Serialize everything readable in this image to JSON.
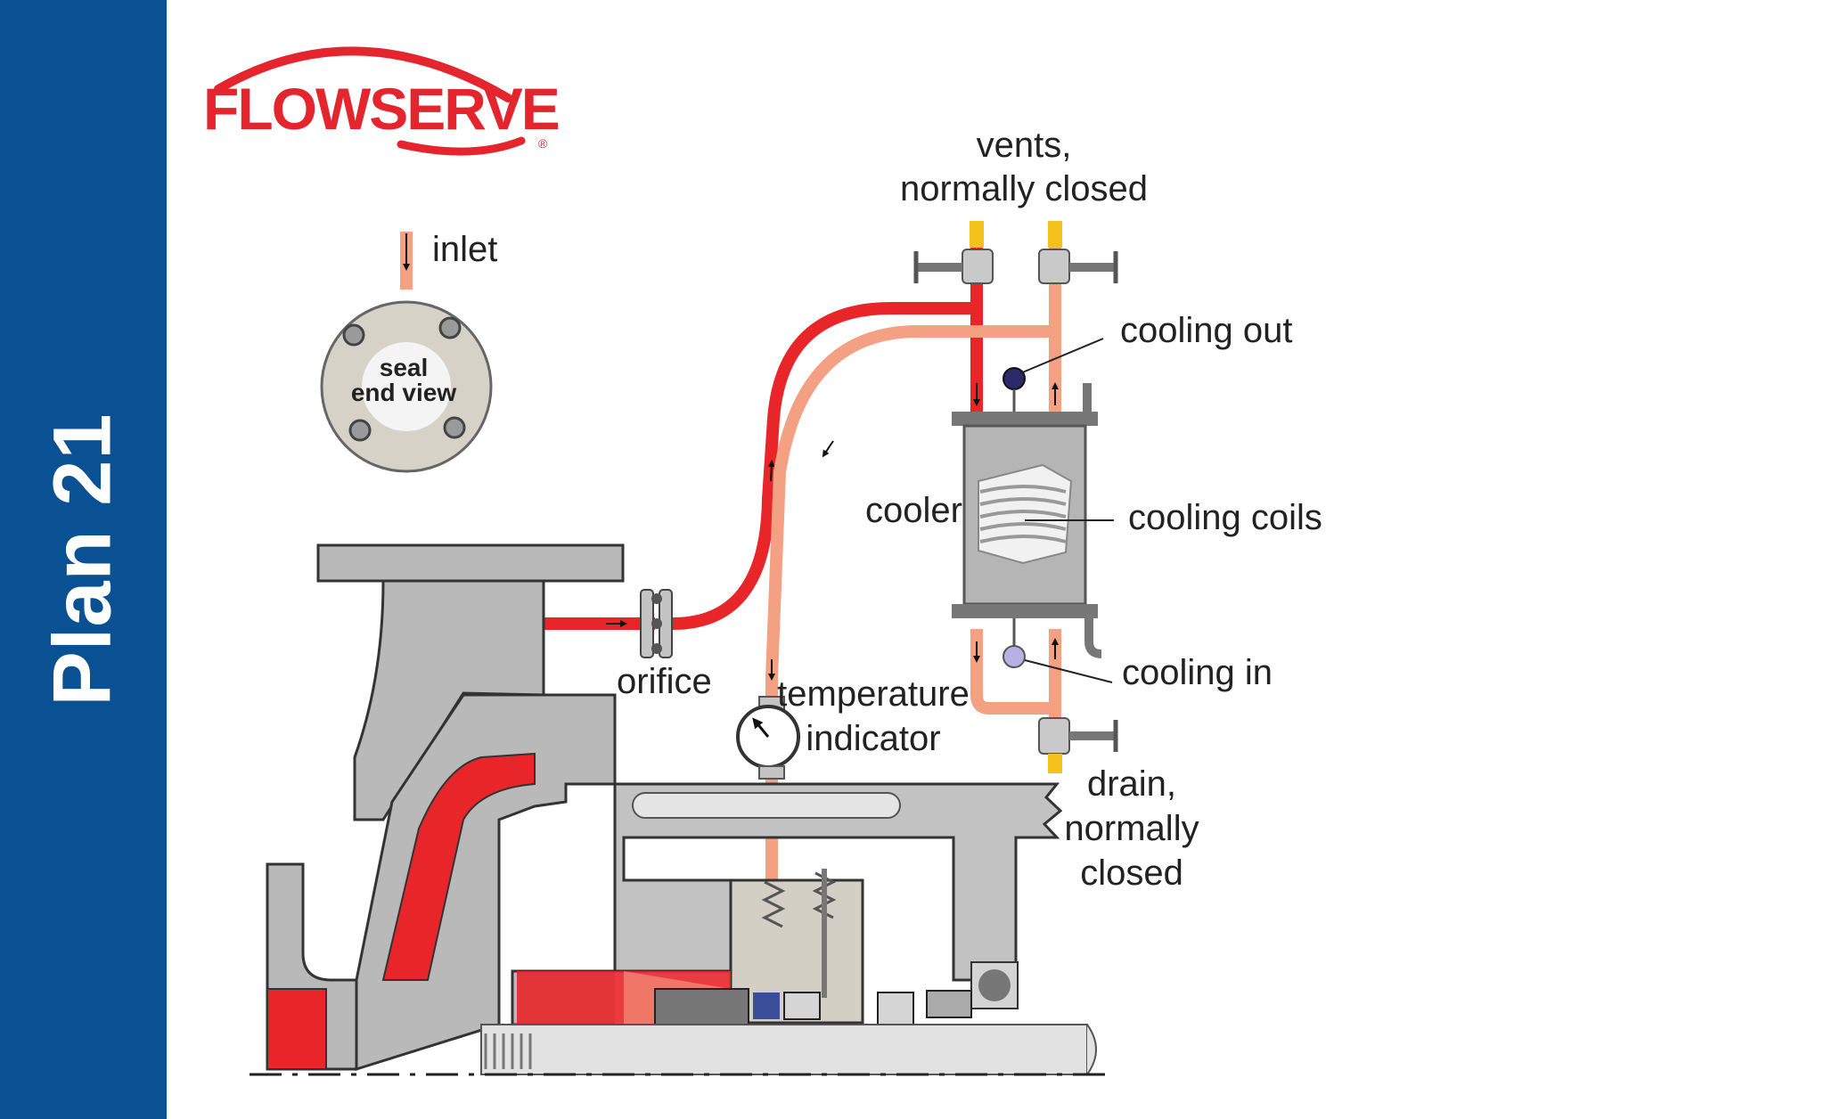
{
  "sidebar": {
    "title": "Plan 21",
    "color": "#0a5193"
  },
  "brand": {
    "name": "FLOWSERVE",
    "mark": "®",
    "color": "#e4252d"
  },
  "seal_view": {
    "line1": "seal",
    "line2": "end view"
  },
  "labels": {
    "inlet": "inlet",
    "vents_line1": "vents,",
    "vents_line2": "normally closed",
    "cooling_out": "cooling out",
    "cooler": "cooler",
    "cooling_coils": "cooling coils",
    "orifice": "orifice",
    "cooling_in": "cooling in",
    "temp_line1": "temperature",
    "temp_line2": "indicator",
    "drain_line1": "drain,",
    "drain_line2": "normally",
    "drain_line3": "closed"
  },
  "colors": {
    "hot_fluid": "#e8262a",
    "cooled_fluid": "#f4a083",
    "metal": "#b9b9b9",
    "vent_yellow": "#f4c21b"
  }
}
